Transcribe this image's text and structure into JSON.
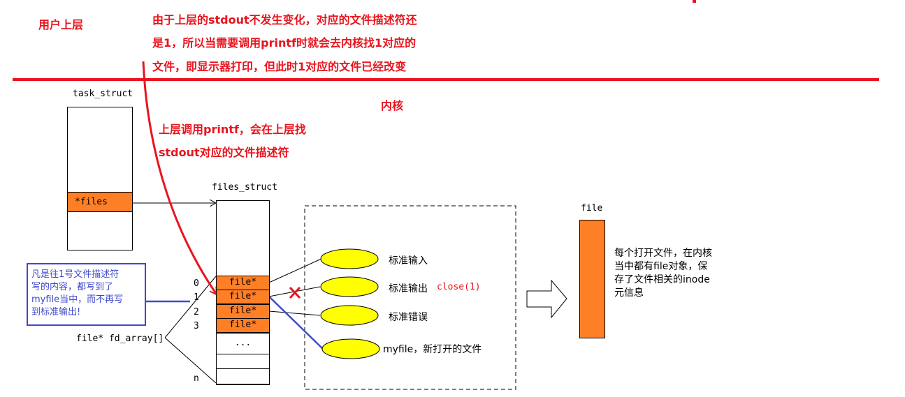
{
  "labels": {
    "user_layer": "用户上层",
    "kernel": "内核",
    "top_note_1": "由于上层的stdout不发生变化，对应的文件描述符还",
    "top_note_2": "是1，所以当需要调用printf时就会去内核找1对应的",
    "top_note_3": "文件，即显示器打印，但此时1对应的文件已经改变",
    "printf_note_1": "上层调用printf，会在上层找",
    "printf_note_2": "stdout对应的文件描述符"
  },
  "task_struct": {
    "title": "task_struct",
    "files_field": "*files"
  },
  "files_struct": {
    "title": "files_struct",
    "entries": [
      "file*",
      "file*",
      "file*",
      "file*"
    ],
    "ellipsis": "...",
    "indices": [
      "0",
      "1",
      "2",
      "3",
      "n"
    ],
    "array_label": "file* fd_array[]"
  },
  "open_files": [
    {
      "label": "标准输入",
      "extra": ""
    },
    {
      "label": "标准输出",
      "extra": "close(1)"
    },
    {
      "label": "标准错误",
      "extra": ""
    },
    {
      "label": "myfile，新打开的文件",
      "extra": ""
    }
  ],
  "blue_note": {
    "line1": "凡是往1号文件描述符",
    "line2": "写的内容，都写到了",
    "line3": "myfile当中，而不再写",
    "line4": "到标准输出!"
  },
  "file_object": {
    "title": "file",
    "desc1": "每个打开文件，在内核",
    "desc2": "当中都有file对象，保",
    "desc3": "存了文件相关的inode",
    "desc4": "元信息"
  },
  "colors": {
    "red": "#e8141e",
    "orange": "#ff7f27",
    "yellow": "#ffff00",
    "blue": "#3f48cc"
  }
}
